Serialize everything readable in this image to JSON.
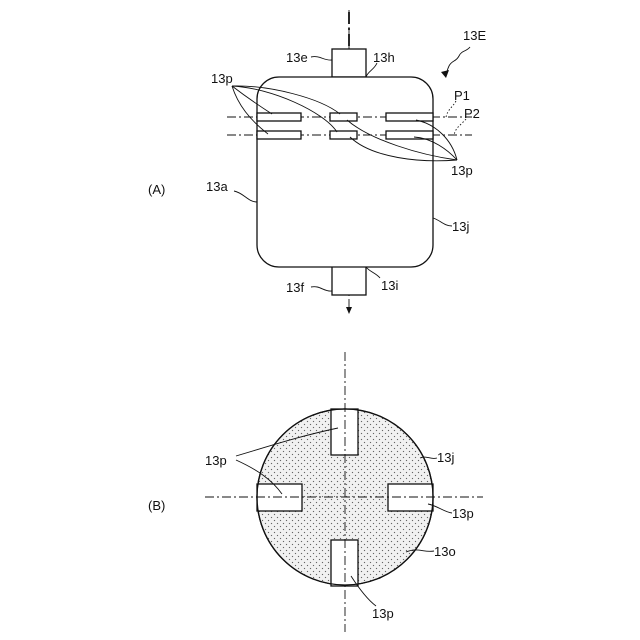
{
  "figure_id": "13E",
  "views": {
    "a": {
      "label": "(A)",
      "parts": {
        "13e": "13e",
        "13h": "13h",
        "13a": "13a",
        "13j": "13j",
        "13f": "13f",
        "13i": "13i",
        "13p_left": "13p",
        "13p_right": "13p"
      },
      "planes": {
        "p1": "P1",
        "p2": "P2"
      }
    },
    "b": {
      "label": "(B)",
      "parts": {
        "13p_upper_left": "13p",
        "13j": "13j",
        "13p_right": "13p",
        "13o": "13o",
        "13p_bottom": "13p"
      }
    }
  }
}
